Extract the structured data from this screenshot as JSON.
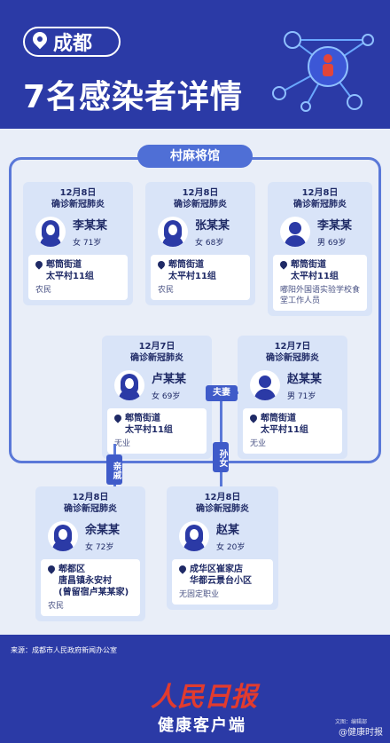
{
  "header": {
    "city": "成都",
    "title": "7名感染者详情"
  },
  "venue": "村麻将馆",
  "cards": [
    {
      "date": "12月8日",
      "diag": "确诊新冠肺炎",
      "name": "李某某",
      "meta": "女  71岁",
      "addr1": "郫筒街道",
      "addr2": "太平村11组",
      "job": "农民"
    },
    {
      "date": "12月8日",
      "diag": "确诊新冠肺炎",
      "name": "张某某",
      "meta": "女  68岁",
      "addr1": "郫筒街道",
      "addr2": "太平村11组",
      "job": "农民"
    },
    {
      "date": "12月8日",
      "diag": "确诊新冠肺炎",
      "name": "李某某",
      "meta": "男  69岁",
      "addr1": "郫筒街道",
      "addr2": "太平村11组",
      "job": "嘟阳外国语实验学校食堂工作人员"
    },
    {
      "date": "12月7日",
      "diag": "确诊新冠肺炎",
      "name": "卢某某",
      "meta": "女  69岁",
      "addr1": "郫筒街道",
      "addr2": "太平村11组",
      "job": "无业"
    },
    {
      "date": "12月7日",
      "diag": "确诊新冠肺炎",
      "name": "赵某某",
      "meta": "男  71岁",
      "addr1": "郫筒街道",
      "addr2": "太平村11组",
      "job": "无业"
    },
    {
      "date": "12月8日",
      "diag": "确诊新冠肺炎",
      "name": "余某某",
      "meta": "女  72岁",
      "addr1": "郫都区",
      "addr2": "唐昌镇永安村",
      "addr3": "(曾留宿卢某某家)",
      "job": "农民"
    },
    {
      "date": "12月8日",
      "diag": "确诊新冠肺炎",
      "name": "赵某",
      "meta": "女  20岁",
      "addr1": "成华区崔家店",
      "addr2": "华都云景台小区",
      "job": "无固定职业"
    }
  ],
  "relations": {
    "couple": "夫妻",
    "relative": "亲戚",
    "granddaughter": "孙女"
  },
  "footer": {
    "source": "来源：成都市人民政府新闻办公室",
    "brand": "人民日报",
    "sub": "健康客户端",
    "watermark": "@健康时报",
    "watermark_small": "文图：编辑部"
  },
  "colors": {
    "header_bg": "#2b3aa6",
    "content_bg": "#e9eef8",
    "card_bg": "#d9e4f8",
    "line": "#5a78d8",
    "brand_red": "#e23b2e"
  }
}
